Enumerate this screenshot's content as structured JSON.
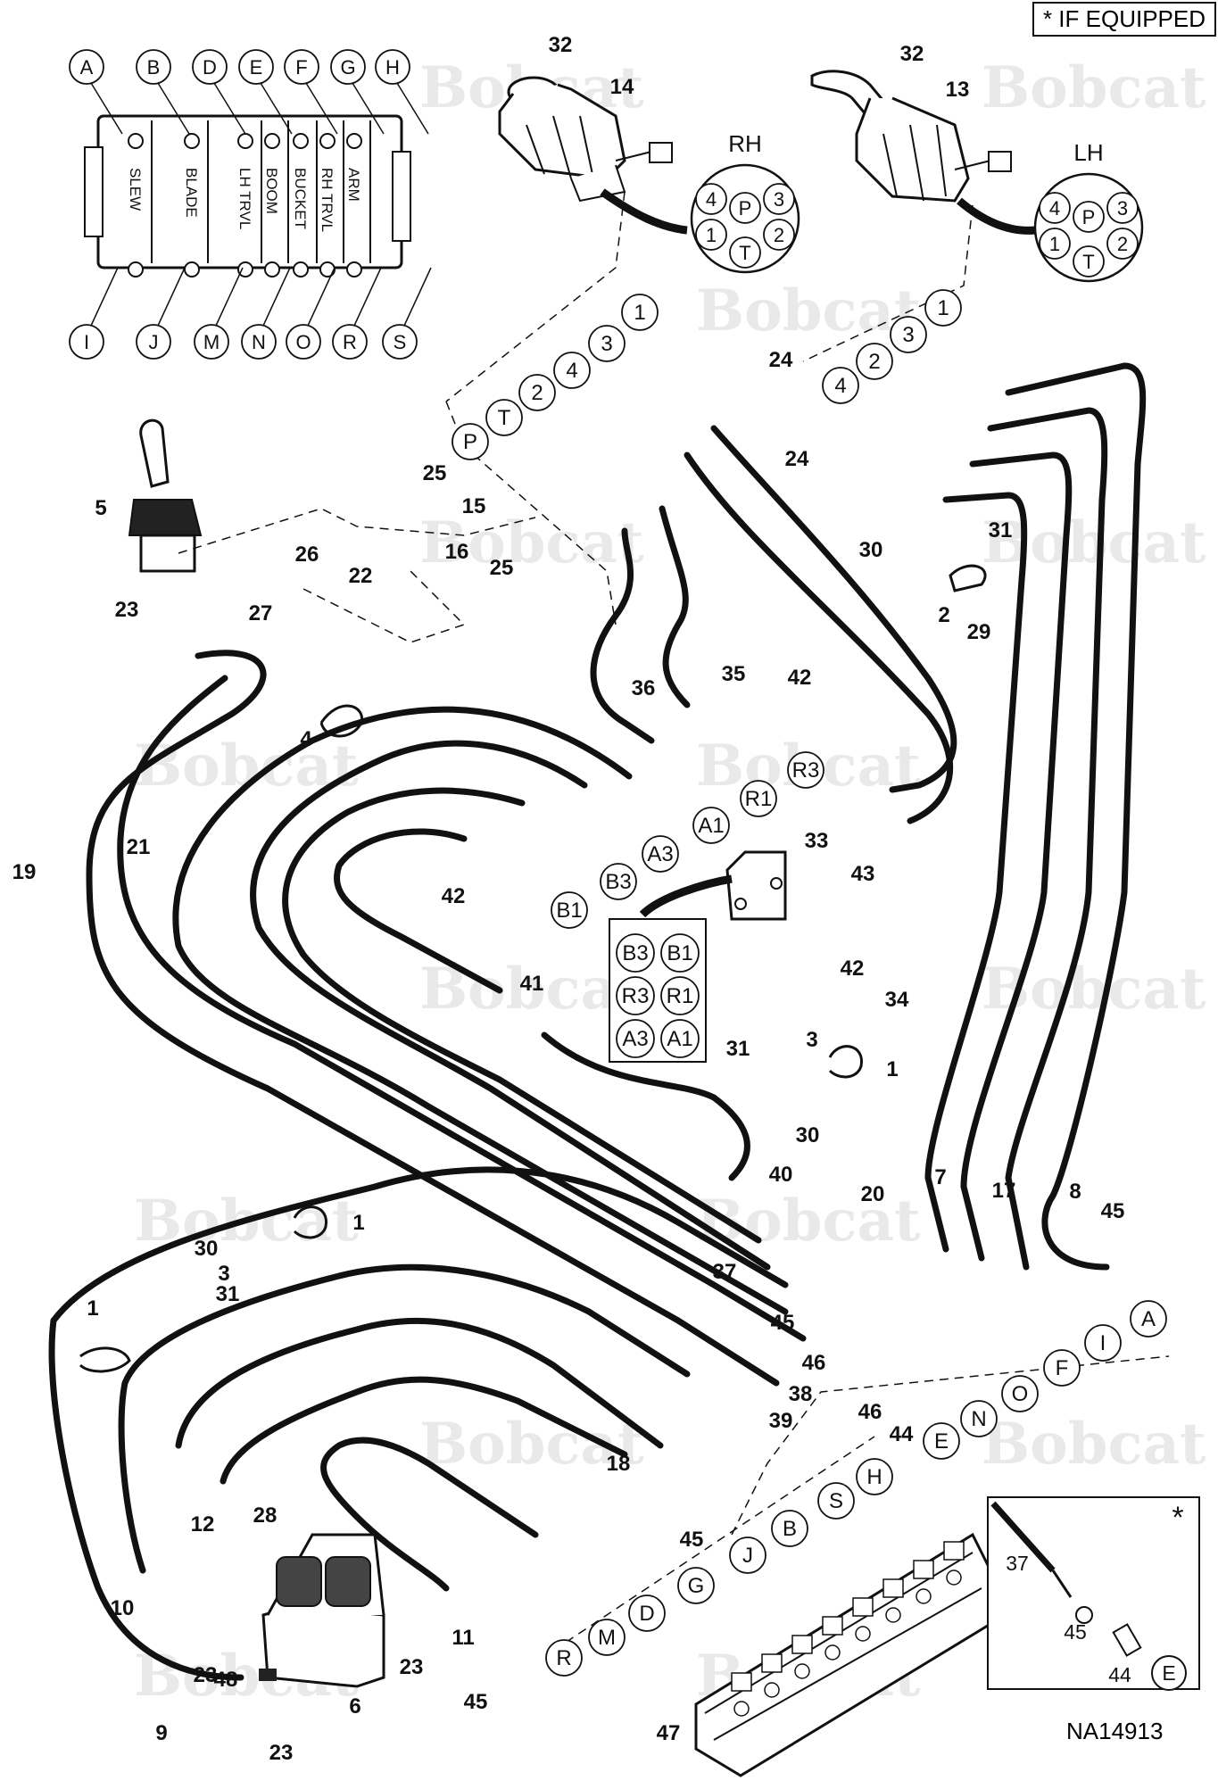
{
  "header": {
    "if_equipped": "* IF EQUIPPED"
  },
  "footer": {
    "drawing_id": "NA14913"
  },
  "watermark": "Bobcat",
  "connector_labels": {
    "rh": "RH",
    "lh": "LH",
    "pins": [
      "4",
      "P",
      "3",
      "1",
      "2",
      "T"
    ]
  },
  "valve_sections": [
    "SLEW",
    "BLADE",
    "LH TRVL",
    "BOOM",
    "BUCKET",
    "RH TRVL",
    "ARM"
  ],
  "valve_ports_top": [
    "A",
    "B",
    "D",
    "E",
    "F",
    "G",
    "H"
  ],
  "valve_ports_bottom": [
    "I",
    "J",
    "M",
    "N",
    "O",
    "R",
    "S"
  ],
  "selector_grid": [
    "B3",
    "B1",
    "R3",
    "R1",
    "A3",
    "A1"
  ],
  "inset": {
    "star": "*",
    "labels": [
      "37",
      "45",
      "44",
      "E"
    ]
  },
  "callouts": [
    "1",
    "2",
    "3",
    "4",
    "5",
    "6",
    "7",
    "8",
    "9",
    "10",
    "11",
    "12",
    "13",
    "14",
    "15",
    "16",
    "17",
    "18",
    "19",
    "20",
    "21",
    "22",
    "23",
    "24",
    "25",
    "26",
    "27",
    "28",
    "29",
    "30",
    "31",
    "32",
    "33",
    "34",
    "35",
    "36",
    "37",
    "38",
    "39",
    "40",
    "41",
    "42",
    "43",
    "44",
    "45",
    "46",
    "47",
    "48"
  ]
}
